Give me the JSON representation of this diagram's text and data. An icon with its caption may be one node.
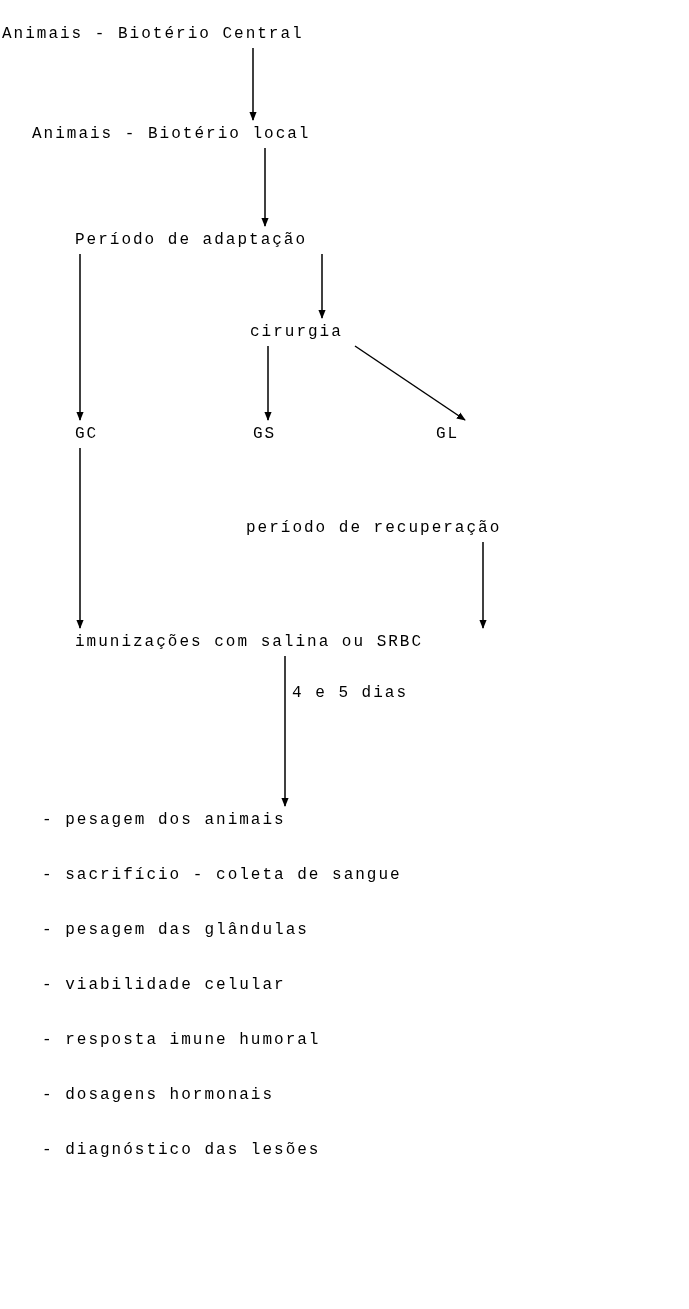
{
  "diagram": {
    "nodes": [
      {
        "text": [
          "Animais - Biotério Central"
        ]
      },
      {
        "text": [
          "Animais - Biotério local"
        ]
      },
      {
        "text": [
          "Período de adaptação"
        ]
      },
      {
        "text": [
          "cirurgia"
        ]
      },
      {
        "text": [
          "GC"
        ]
      },
      {
        "text": [
          "GS"
        ]
      },
      {
        "text": [
          "GL"
        ]
      },
      {
        "text": [
          "período de recuperação"
        ]
      },
      {
        "text": [
          "imunizações com salina ou SRBC"
        ]
      },
      {
        "text": [
          "- pesagem dos animais",
          "- sacrifício - coleta de sangue",
          "- pesagem das glândulas",
          "- viabilidade celular",
          "- resposta imune humoral",
          "- dosagens hormonais",
          "- diagnóstico das lesões"
        ]
      }
    ],
    "edges": [
      {
        "from": 0,
        "to": 1,
        "arrow": "to"
      },
      {
        "from": 1,
        "to": 2,
        "arrow": "to"
      },
      {
        "from": 2,
        "to": 3,
        "arrow": "to"
      },
      {
        "from": 2,
        "to": 4,
        "arrow": "to"
      },
      {
        "from": 3,
        "to": 5,
        "arrow": "to"
      },
      {
        "from": 3,
        "to": 6,
        "arrow": "to"
      },
      {
        "from": 4,
        "to": 8,
        "arrow": "to"
      },
      {
        "from": 7,
        "to": 8,
        "arrow": "to"
      },
      {
        "from": 8,
        "to": 9,
        "arrow": "to",
        "label": "4 e 5 dias"
      }
    ]
  }
}
